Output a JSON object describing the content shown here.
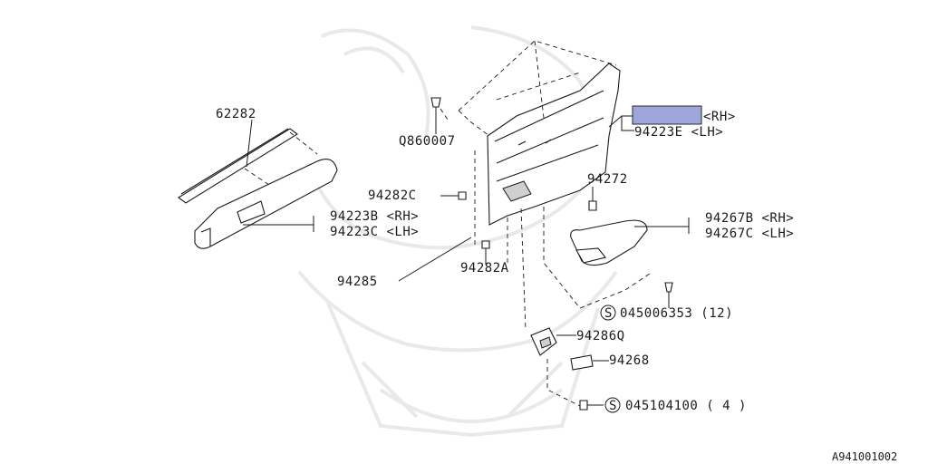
{
  "parts": {
    "molding": "62282",
    "clip_top": "Q860007",
    "trim_panel_rh_suffix": "<RH>",
    "trim_panel_lh": "94223E <LH>",
    "clip_left": "94282C",
    "clip_right": "94272",
    "pocket_rh": "94223B <RH>",
    "pocket_lh": "94223C <LH>",
    "armrest_rh": "94267B <RH>",
    "armrest_lh": "94267C <LH>",
    "clip_bottom": "94282A",
    "screen": "94285",
    "screw_armrest_num": "045006353 (12)",
    "handle_bezel": "94286Q",
    "cover": "94268",
    "screw_bottom_num": "045104100 ( 4 )"
  },
  "symbols": {
    "screw_marker": "S"
  },
  "code": "A941001002",
  "colors": {
    "highlight": "#9ea6dc",
    "line": "#1a1a1a"
  }
}
